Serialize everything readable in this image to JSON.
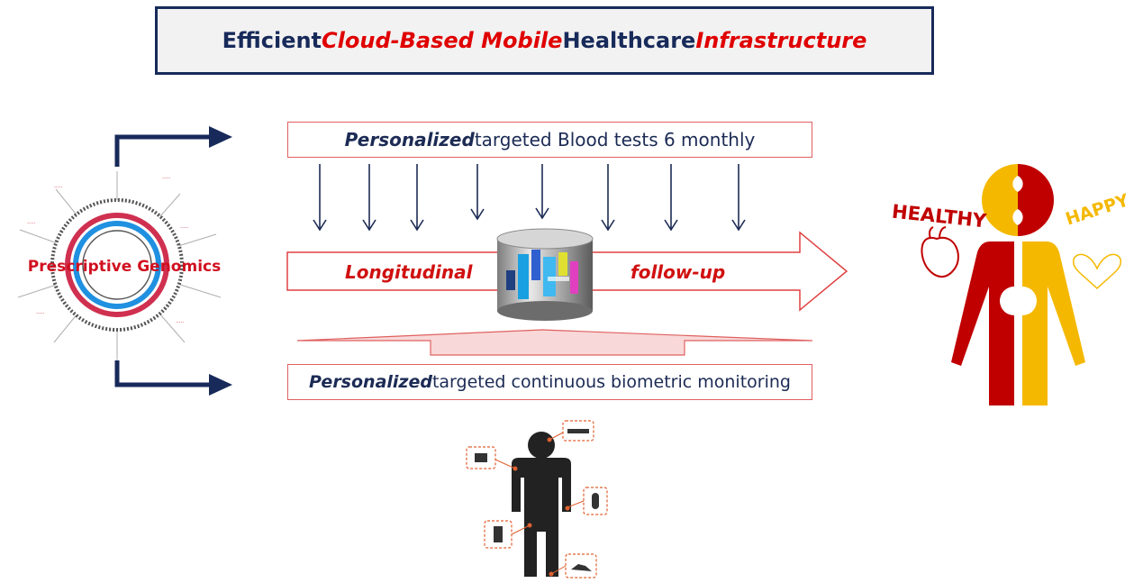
{
  "title": {
    "part1": "Efficient ",
    "part2": "Cloud-Based Mobile",
    "part3": " Healthcare ",
    "part4": "Infrastructure"
  },
  "blood_tests": {
    "emphasis": "Personalized",
    "rest": " targeted Blood tests 6 monthly"
  },
  "biometric": {
    "emphasis": "Personalized",
    "rest": " targeted continuous biometric monitoring"
  },
  "followup": {
    "left": "Longitudinal",
    "right": "follow-up"
  },
  "genomics_label": "Prescriptive Genomics",
  "healthy_label": "HEALTHY",
  "happy_label": "HAPPY",
  "colors": {
    "navy": "#172a5a",
    "red": "#d01010",
    "yellow": "#f5b800",
    "dark_red": "#c00000"
  }
}
